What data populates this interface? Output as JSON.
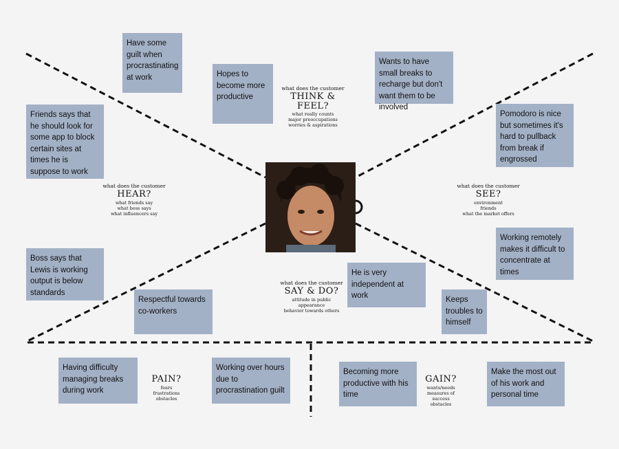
{
  "think_feel": {
    "prompt": "what does the customer",
    "heading": "THINK & FEEL?",
    "subs": [
      "what really counts",
      "major preoccupations",
      "worries & aspirations"
    ],
    "notes": [
      "Have some guilt when procrastinating at work",
      "Hopes to become more productive",
      "Wants to have small breaks to recharge but don't want them to be involved"
    ]
  },
  "hear": {
    "prompt": "what does the customer",
    "heading": "HEAR?",
    "subs": [
      "what friends say",
      "what boss says",
      "what influencers say"
    ],
    "notes": [
      "Friends says that he should look for some app to block certain sites at times he is suppose to work",
      "Boss says that Lewis is working output is below standards"
    ]
  },
  "see": {
    "prompt": "what does the customer",
    "heading": "SEE?",
    "subs": [
      "environment",
      "friends",
      "what the market offers"
    ],
    "notes": [
      "Pomodoro is nice but sometimes it's hard to pullback from break if engrossed",
      "Working remotely makes it difficult to concentrate at times"
    ]
  },
  "say_do": {
    "prompt": "what does the customer",
    "heading": "SAY & DO?",
    "subs": [
      "attitude in public",
      "appearance",
      "behavior towards others"
    ],
    "notes": [
      "Respectful towards co-workers",
      "He is very independent at work",
      "Keeps troubles to himself"
    ]
  },
  "pain": {
    "heading": "PAIN?",
    "subs": [
      "fears",
      "frustrations",
      "obstacles"
    ],
    "notes": [
      "Having difficulty managing breaks during work",
      "Working over hours due to procrastination guilt"
    ]
  },
  "gain": {
    "heading": "GAIN?",
    "subs": [
      "wants/needs",
      "measures of success",
      "obstacles"
    ],
    "notes": [
      "Becoming more productive with his time",
      "Make the most out of his work and personal time"
    ]
  },
  "colors": {
    "note": "#a3b1c6",
    "line": "#111111",
    "background": "#f4f4f5"
  },
  "icons": [
    "customer-portrait"
  ]
}
